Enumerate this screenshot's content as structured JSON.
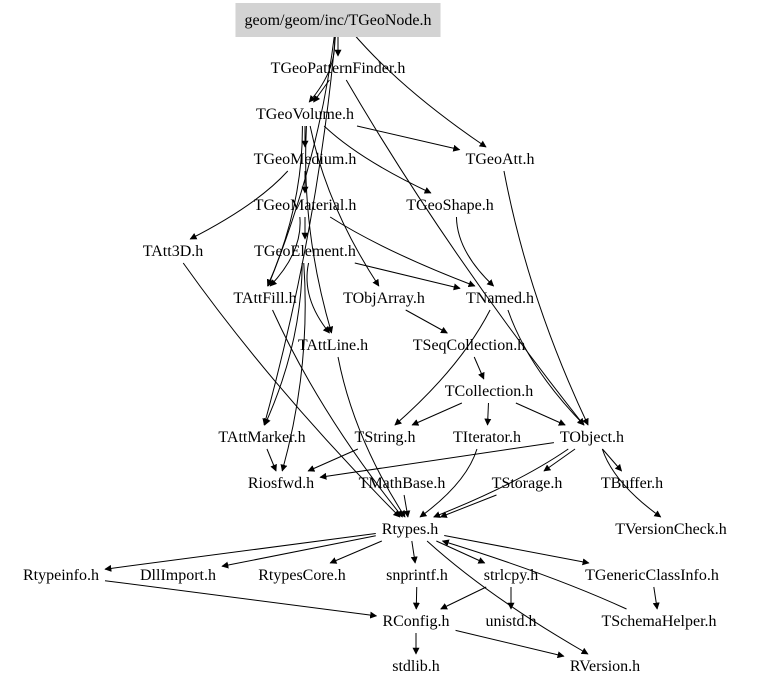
{
  "graph": {
    "root": "geom/geom/inc/TGeoNode.h",
    "nodes": [
      {
        "id": "root",
        "label": "geom/geom/inc/TGeoNode.h",
        "highlight": true
      },
      {
        "id": "patternfinder",
        "label": "TGeoPatternFinder.h"
      },
      {
        "id": "volume",
        "label": "TGeoVolume.h"
      },
      {
        "id": "medium",
        "label": "TGeoMedium.h"
      },
      {
        "id": "geoatt",
        "label": "TGeoAtt.h"
      },
      {
        "id": "material",
        "label": "TGeoMaterial.h"
      },
      {
        "id": "shape",
        "label": "TGeoShape.h"
      },
      {
        "id": "att3d",
        "label": "TAtt3D.h"
      },
      {
        "id": "element",
        "label": "TGeoElement.h"
      },
      {
        "id": "attfill",
        "label": "TAttFill.h"
      },
      {
        "id": "objarray",
        "label": "TObjArray.h"
      },
      {
        "id": "named",
        "label": "TNamed.h"
      },
      {
        "id": "attline",
        "label": "TAttLine.h"
      },
      {
        "id": "seqcoll",
        "label": "TSeqCollection.h"
      },
      {
        "id": "collection",
        "label": "TCollection.h"
      },
      {
        "id": "attmarker",
        "label": "TAttMarker.h"
      },
      {
        "id": "tstring",
        "label": "TString.h"
      },
      {
        "id": "iterator",
        "label": "TIterator.h"
      },
      {
        "id": "tobject",
        "label": "TObject.h"
      },
      {
        "id": "riosfwd",
        "label": "Riosfwd.h"
      },
      {
        "id": "mathbase",
        "label": "TMathBase.h"
      },
      {
        "id": "storage",
        "label": "TStorage.h"
      },
      {
        "id": "buffer",
        "label": "TBuffer.h"
      },
      {
        "id": "versioncheck",
        "label": "TVersionCheck.h"
      },
      {
        "id": "rtypes",
        "label": "Rtypes.h"
      },
      {
        "id": "rtypeinfo",
        "label": "Rtypeinfo.h"
      },
      {
        "id": "dllimport",
        "label": "DllImport.h"
      },
      {
        "id": "rtypescore",
        "label": "RtypesCore.h"
      },
      {
        "id": "snprintf",
        "label": "snprintf.h"
      },
      {
        "id": "strlcpy",
        "label": "strlcpy.h"
      },
      {
        "id": "genericclass",
        "label": "TGenericClassInfo.h"
      },
      {
        "id": "rconfig",
        "label": "RConfig.h"
      },
      {
        "id": "unistd",
        "label": "unistd.h"
      },
      {
        "id": "schemahelper",
        "label": "TSchemaHelper.h"
      },
      {
        "id": "stdlib",
        "label": "stdlib.h"
      },
      {
        "id": "rversion",
        "label": "RVersion.h"
      }
    ],
    "edges": [
      [
        "root",
        "patternfinder"
      ],
      [
        "root",
        "volume"
      ],
      [
        "root",
        "geoatt"
      ],
      [
        "root",
        "attmarker"
      ],
      [
        "root",
        "attfill"
      ],
      [
        "patternfinder",
        "volume"
      ],
      [
        "patternfinder",
        "tobject"
      ],
      [
        "volume",
        "medium"
      ],
      [
        "volume",
        "geoatt"
      ],
      [
        "volume",
        "shape"
      ],
      [
        "volume",
        "objarray"
      ],
      [
        "volume",
        "attfill"
      ],
      [
        "volume",
        "attline"
      ],
      [
        "medium",
        "material"
      ],
      [
        "medium",
        "att3d"
      ],
      [
        "material",
        "element"
      ],
      [
        "material",
        "named"
      ],
      [
        "material",
        "attfill"
      ],
      [
        "element",
        "named"
      ],
      [
        "element",
        "attline"
      ],
      [
        "element",
        "riosfwd"
      ],
      [
        "element",
        "attmarker"
      ],
      [
        "shape",
        "named"
      ],
      [
        "geoatt",
        "tobject"
      ],
      [
        "objarray",
        "seqcoll"
      ],
      [
        "seqcoll",
        "collection"
      ],
      [
        "collection",
        "tstring"
      ],
      [
        "collection",
        "iterator"
      ],
      [
        "collection",
        "tobject"
      ],
      [
        "named",
        "tobject"
      ],
      [
        "named",
        "tstring"
      ],
      [
        "attfill",
        "rtypes"
      ],
      [
        "attline",
        "rtypes"
      ],
      [
        "attmarker",
        "riosfwd"
      ],
      [
        "att3d",
        "rtypes"
      ],
      [
        "tstring",
        "riosfwd"
      ],
      [
        "iterator",
        "rtypes"
      ],
      [
        "tobject",
        "riosfwd"
      ],
      [
        "tobject",
        "storage"
      ],
      [
        "tobject",
        "buffer"
      ],
      [
        "tobject",
        "versioncheck"
      ],
      [
        "tobject",
        "rtypes"
      ],
      [
        "storage",
        "rtypes"
      ],
      [
        "mathbase",
        "rtypes"
      ],
      [
        "rtypes",
        "rtypeinfo"
      ],
      [
        "rtypes",
        "dllimport"
      ],
      [
        "rtypes",
        "rtypescore"
      ],
      [
        "rtypes",
        "snprintf"
      ],
      [
        "rtypes",
        "strlcpy"
      ],
      [
        "rtypes",
        "genericclass"
      ],
      [
        "rtypeinfo",
        "rconfig"
      ],
      [
        "snprintf",
        "rconfig"
      ],
      [
        "strlcpy",
        "rconfig"
      ],
      [
        "strlcpy",
        "unistd"
      ],
      [
        "genericclass",
        "schemahelper"
      ],
      [
        "schemahelper",
        "rtypes"
      ],
      [
        "rconfig",
        "stdlib"
      ],
      [
        "rconfig",
        "rversion"
      ],
      [
        "rtypes",
        "rversion"
      ]
    ]
  }
}
